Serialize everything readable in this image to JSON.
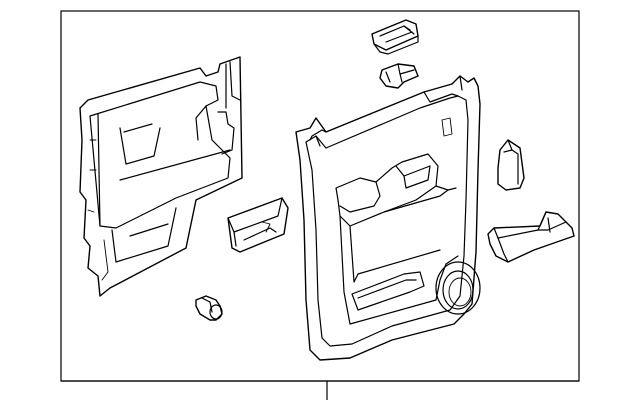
{
  "diagram": {
    "background_color": "#ffffff",
    "line_color": "#000000",
    "parts": [
      {
        "name": "door-water-deflector"
      },
      {
        "name": "pull-handle-cover"
      },
      {
        "name": "lock-switch-bezel"
      },
      {
        "name": "switch-button"
      },
      {
        "name": "door-trim-panel"
      },
      {
        "name": "bracket-upper"
      },
      {
        "name": "armrest-pad"
      },
      {
        "name": "push-retainer-clip"
      }
    ]
  }
}
